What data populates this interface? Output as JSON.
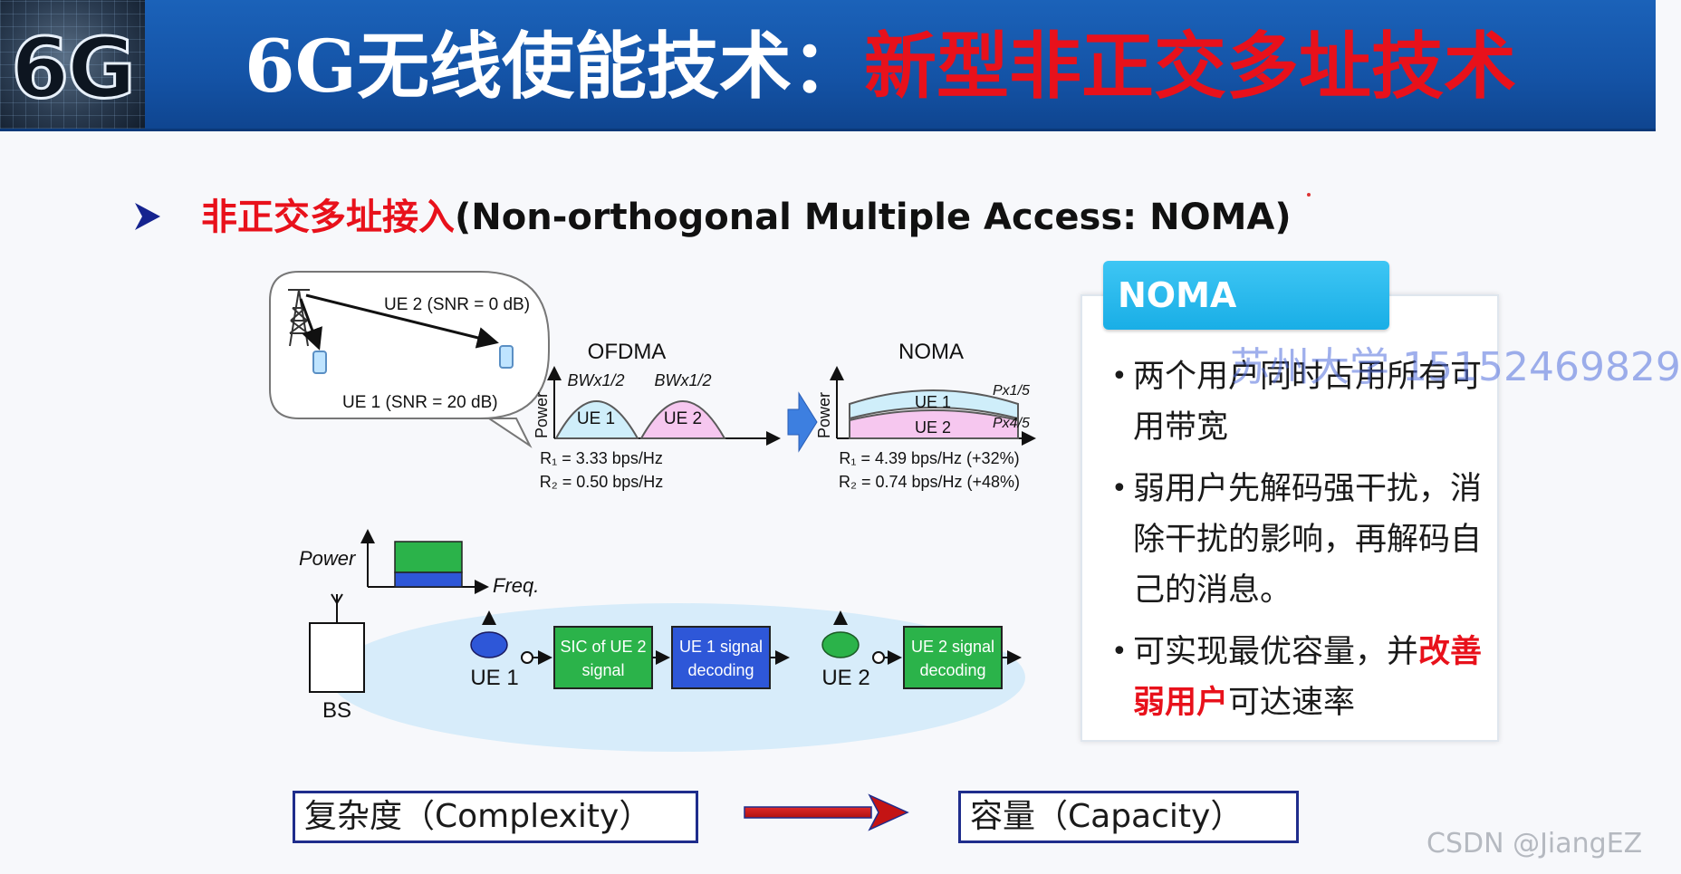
{
  "header": {
    "logo_text": "6G",
    "title_part1": "6G无线使能技术：",
    "title_part2": "新型非正交多址技术"
  },
  "heading": {
    "zh": "非正交多址接入",
    "en": "(Non-orthogonal Multiple Access: NOMA)"
  },
  "diagram": {
    "bubble": {
      "ue2_label": "UE 2 (SNR = 0 dB)",
      "ue1_label": "UE 1 (SNR = 20 dB)"
    },
    "ofdma": {
      "title": "OFDMA",
      "bw1": "BWx1/2",
      "bw2": "BWx1/2",
      "ue1": "UE 1",
      "ue2": "UE 2",
      "axis": "Power",
      "r1": "R₁ = 3.33 bps/Hz",
      "r2": "R₂ = 0.50 bps/Hz"
    },
    "noma": {
      "title": "NOMA",
      "ue1": "UE 1",
      "ue2": "UE 2",
      "axis": "Power",
      "p1": "Px1/5",
      "p2": "Px4/5",
      "r1": "R₁ = 4.39 bps/Hz (+32%)",
      "r2": "R₂ = 0.74 bps/Hz (+48%)"
    },
    "lower": {
      "power_label": "Power",
      "freq_label": "Freq.",
      "bs_label": "BS",
      "ue1_label": "UE 1",
      "ue2_label": "UE 2",
      "block1_line1": "SIC of UE 2",
      "block1_line2": "signal",
      "block2_line1": "UE 1 signal",
      "block2_line2": "decoding",
      "block3_line1": "UE 2 signal",
      "block3_line2": "decoding"
    },
    "colors": {
      "ue1_fill": "#cfeefa",
      "ue2_fill": "#f6c7ef",
      "green": "#2bb34a",
      "blue": "#2e57d8",
      "ellipse": "#d7ecfa"
    }
  },
  "noma_box": {
    "tag": "NOMA",
    "item1": "两个用户同时占用所有可用带宽",
    "item2": "弱用户先解码强干扰，消除干扰的影响，再解码自己的消息。",
    "item3_prefix": "可实现最优容量，并",
    "item3_highlight": "改善弱用户",
    "item3_suffix": "可达速率"
  },
  "bottom": {
    "complexity": "复杂度（Complexity）",
    "capacity": "容量（Capacity）"
  },
  "watermarks": {
    "cn": "苏州大学 15152469829",
    "csdn": "CSDN @JiangEZ"
  }
}
